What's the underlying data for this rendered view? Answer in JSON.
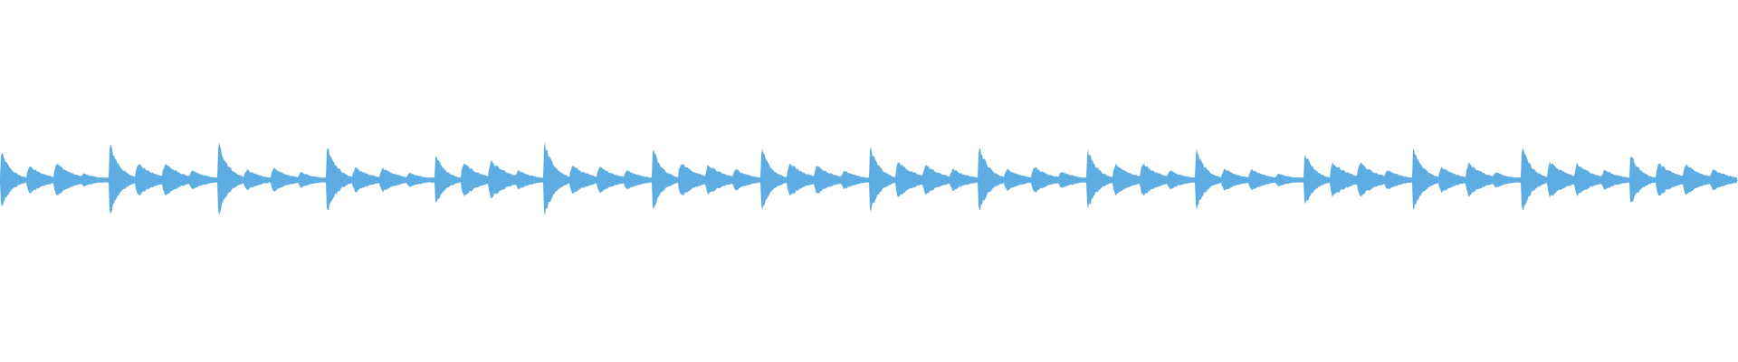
{
  "waveform": {
    "color": "#5DADE2",
    "background": "#ffffff",
    "bars": 16,
    "beats_per_bar": 4,
    "beat_pattern": [
      [
        0.76,
        0.38,
        0.46,
        0.18
      ],
      [
        0.98,
        0.46,
        0.46,
        0.26
      ],
      [
        1.0,
        0.28,
        0.32,
        0.22
      ],
      [
        0.94,
        0.34,
        0.34,
        0.2
      ],
      [
        0.68,
        0.46,
        0.52,
        0.26
      ],
      [
        1.0,
        0.4,
        0.38,
        0.28
      ],
      [
        0.84,
        0.48,
        0.42,
        0.3
      ],
      [
        0.82,
        0.46,
        0.4,
        0.26
      ],
      [
        0.88,
        0.5,
        0.42,
        0.3
      ],
      [
        0.92,
        0.3,
        0.36,
        0.24
      ],
      [
        0.82,
        0.44,
        0.46,
        0.26
      ],
      [
        0.82,
        0.3,
        0.3,
        0.18
      ],
      [
        0.76,
        0.48,
        0.48,
        0.28
      ],
      [
        0.88,
        0.36,
        0.46,
        0.22
      ],
      [
        0.9,
        0.5,
        0.44,
        0.28
      ],
      [
        0.7,
        0.46,
        0.44,
        0.3
      ]
    ]
  }
}
